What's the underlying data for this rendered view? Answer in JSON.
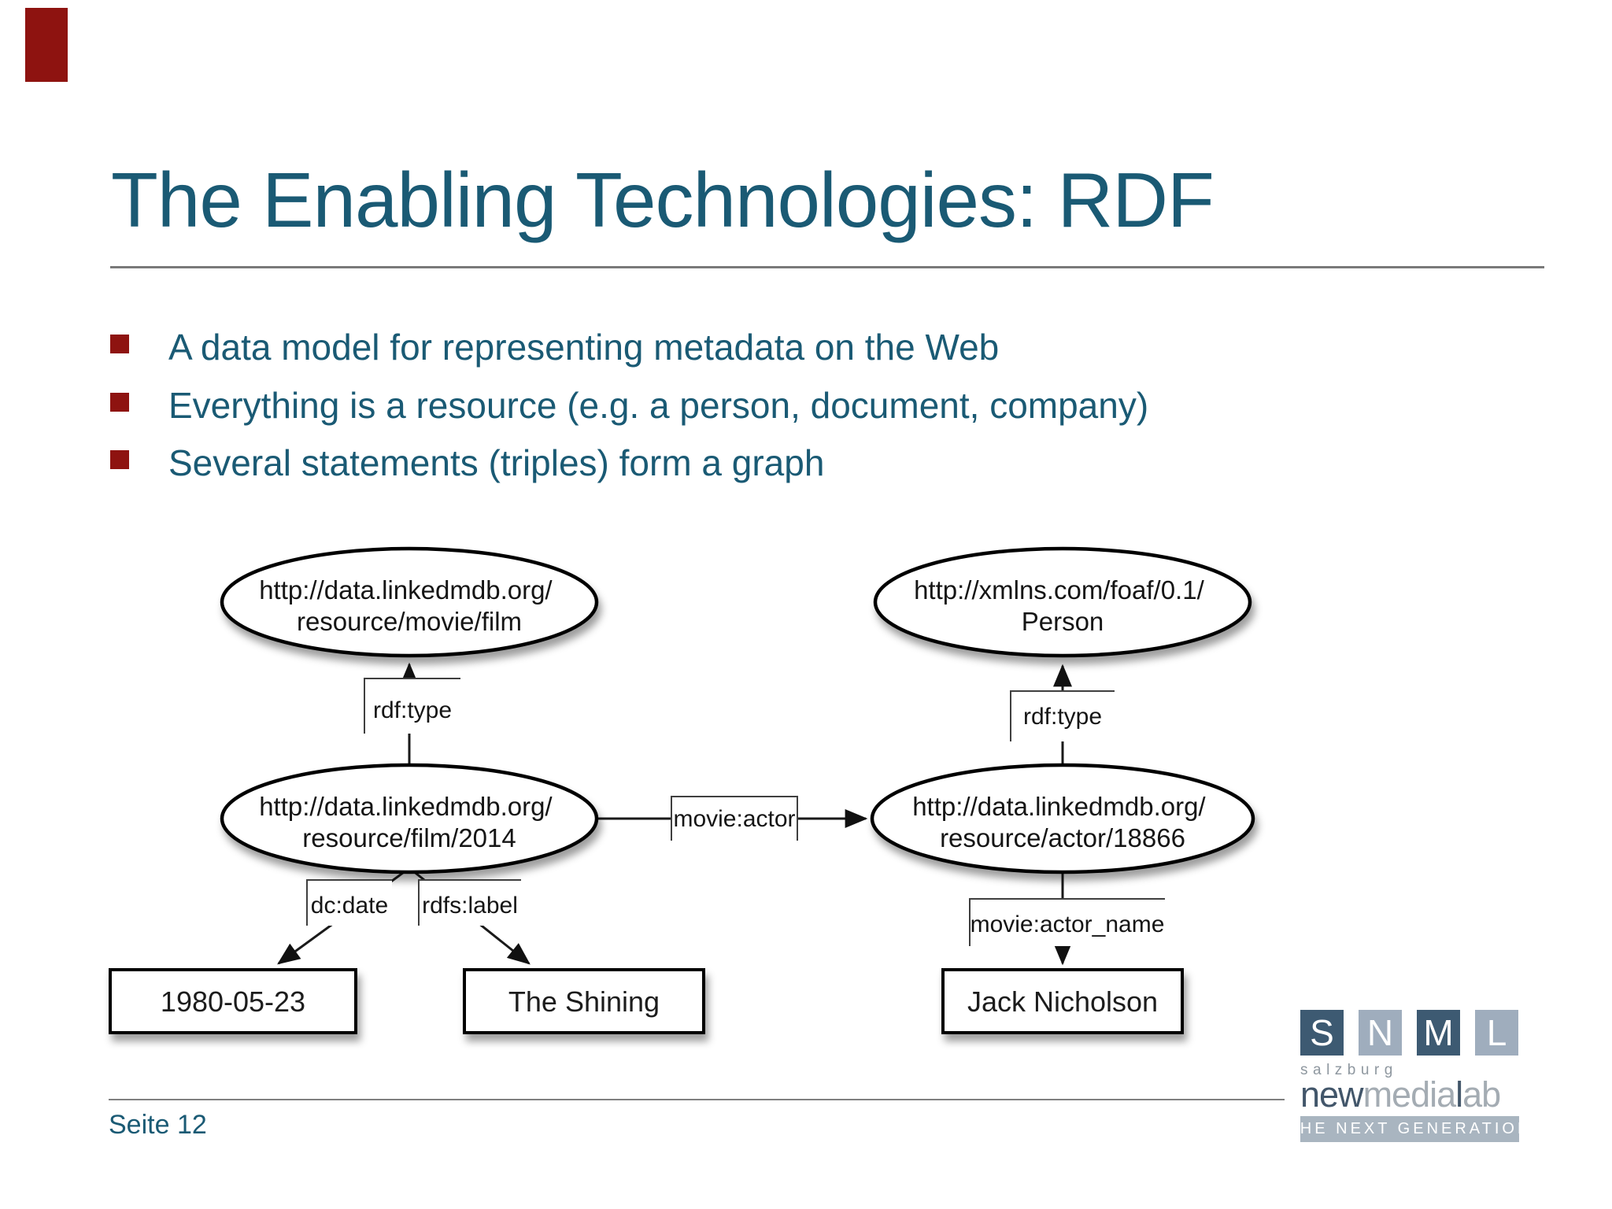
{
  "slide": {
    "title": "The Enabling Technologies: RDF",
    "bullets": [
      "A data model for representing metadata on the Web",
      "Everything is a resource (e.g. a person, document, company)",
      "Several statements (triples) form a graph"
    ],
    "page_label": "Seite 12"
  },
  "diagram": {
    "film_class_line1": "http://data.linkedmdb.org/",
    "film_class_line2": "resource/movie/film",
    "person_class_line1": "http://xmlns.com/foaf/0.1/",
    "person_class_line2": "Person",
    "film_line1": "http://data.linkedmdb.org/",
    "film_line2": "resource/film/2014",
    "actor_line1": "http://data.linkedmdb.org/",
    "actor_line2": "resource/actor/18866",
    "edge_rdf_type_left": "rdf:type",
    "edge_rdf_type_right": "rdf:type",
    "edge_movie_actor": "movie:actor",
    "edge_movie_actor_name": "movie:actor_name",
    "edge_dc_date": "dc:date",
    "edge_rdfs_label": "rdfs:label",
    "literal_date": "1980-05-23",
    "literal_title": "The Shining",
    "literal_actor": "Jack Nicholson"
  },
  "colors": {
    "accent_red": "#8e1310",
    "title_teal": "#1a5a74",
    "diagram_ink": "#1a1a1a",
    "logo_dark_square": "#3d5a72",
    "logo_light_square": "#9fadbd",
    "logo_banner": "#a9b5c0"
  },
  "logo": {
    "letter_s": "S",
    "letter_n": "N",
    "letter_m": "M",
    "letter_l": "L",
    "city": "salzburg",
    "brand_new": "new",
    "brand_media": "media",
    "brand_l": "l",
    "brand_ab": "ab",
    "tagline": "THE NEXT GENERATION"
  }
}
